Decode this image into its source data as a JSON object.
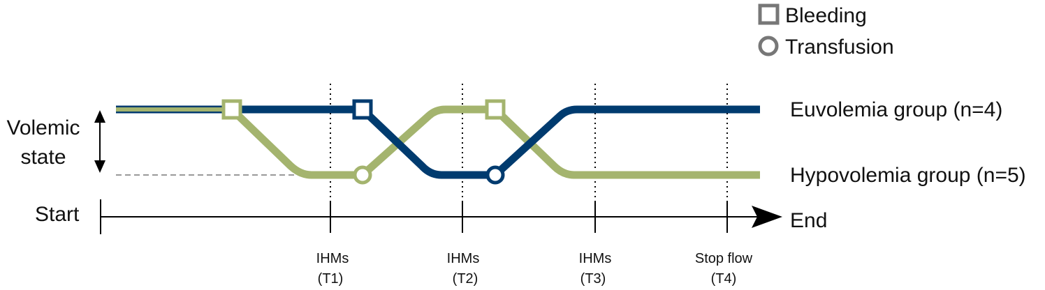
{
  "legend": {
    "bleeding": {
      "label": "Bleeding",
      "icon": "square-marker-icon"
    },
    "transfusion": {
      "label": "Transfusion",
      "icon": "circle-marker-icon"
    }
  },
  "axis": {
    "y_label_line1": "Volemic",
    "y_label_line2": "state",
    "start_label": "Start",
    "end_label": "End"
  },
  "groups": {
    "euvolemia": {
      "label": "Euvolemia group (n=4)",
      "color": "#003B6F"
    },
    "hypovolemia": {
      "label": "Hypovolemia group (n=5)",
      "color": "#A4B46E"
    }
  },
  "timepoints": [
    {
      "line1": "IHMs",
      "line2": "(T1)"
    },
    {
      "line1": "IHMs",
      "line2": "(T2)"
    },
    {
      "line1": "IHMs",
      "line2": "(T3)"
    },
    {
      "line1": "Stop flow",
      "line2": "(T4)"
    }
  ],
  "colors": {
    "marker_stroke_legend": "#777777",
    "dashed_baseline": "#999999",
    "axis": "#000000"
  }
}
